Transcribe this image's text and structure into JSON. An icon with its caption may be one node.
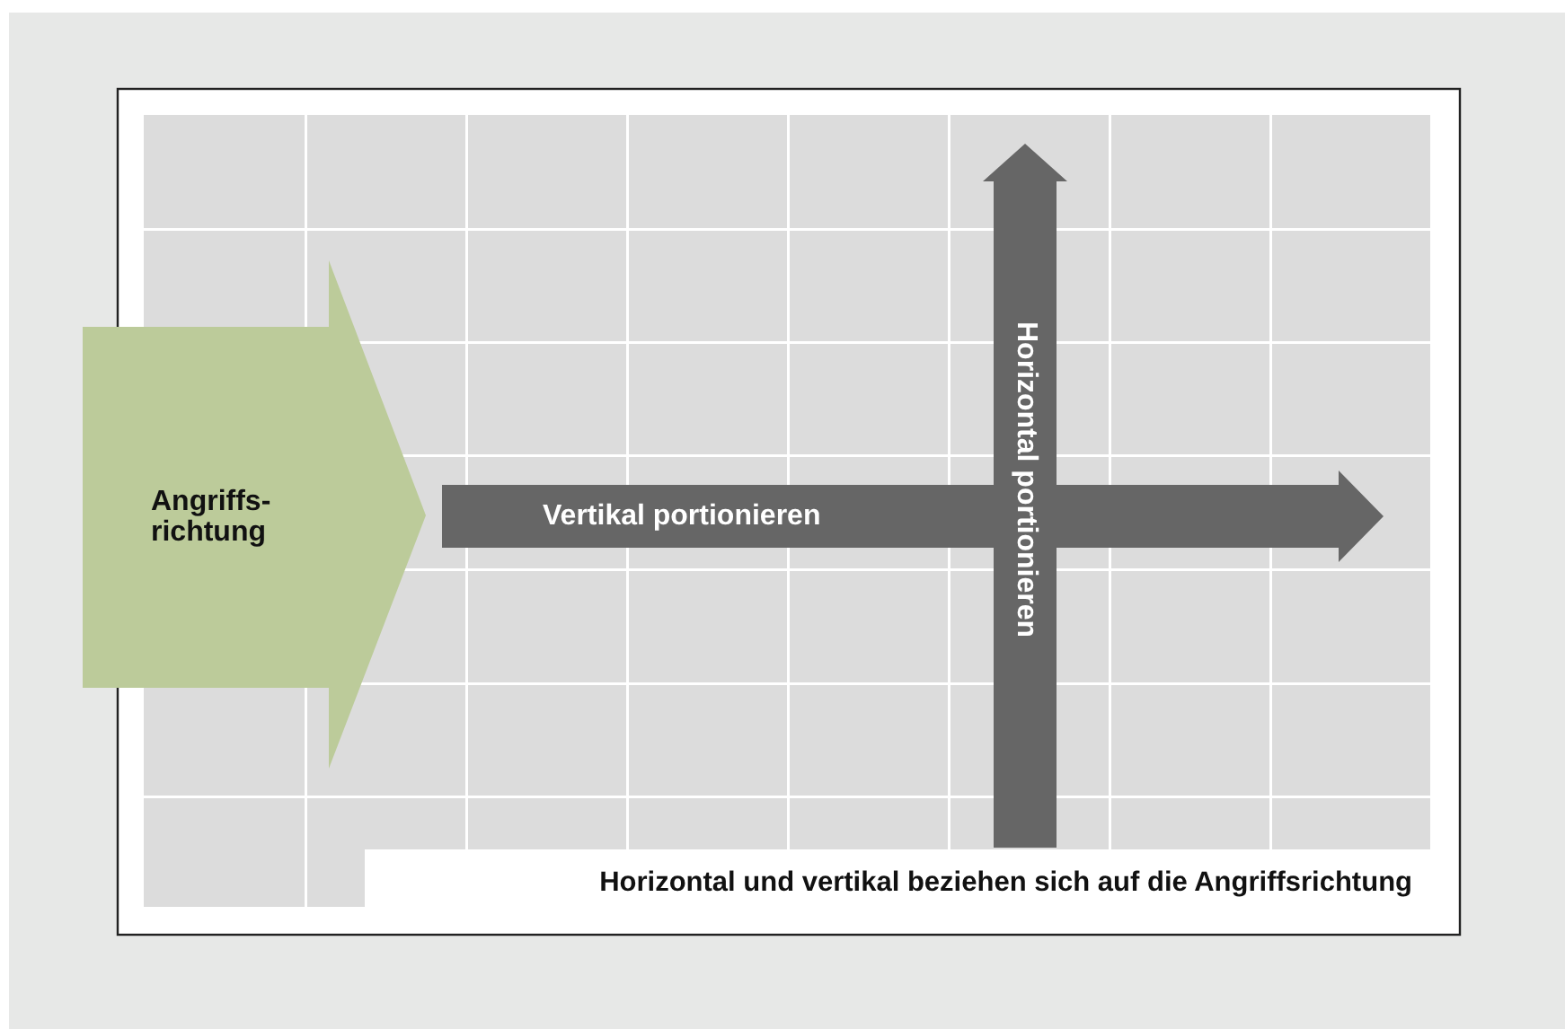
{
  "diagram": {
    "nodes": [
      {
        "text": [
          "Angriffs- richtung"
        ]
      },
      {
        "text": [
          "Vertikal portionieren"
        ]
      },
      {
        "text": [
          "Horizontal portionieren"
        ]
      }
    ],
    "labels": [
      "Horizontal und vertikal beziehen sich auf die Angriffsrichtung"
    ]
  }
}
